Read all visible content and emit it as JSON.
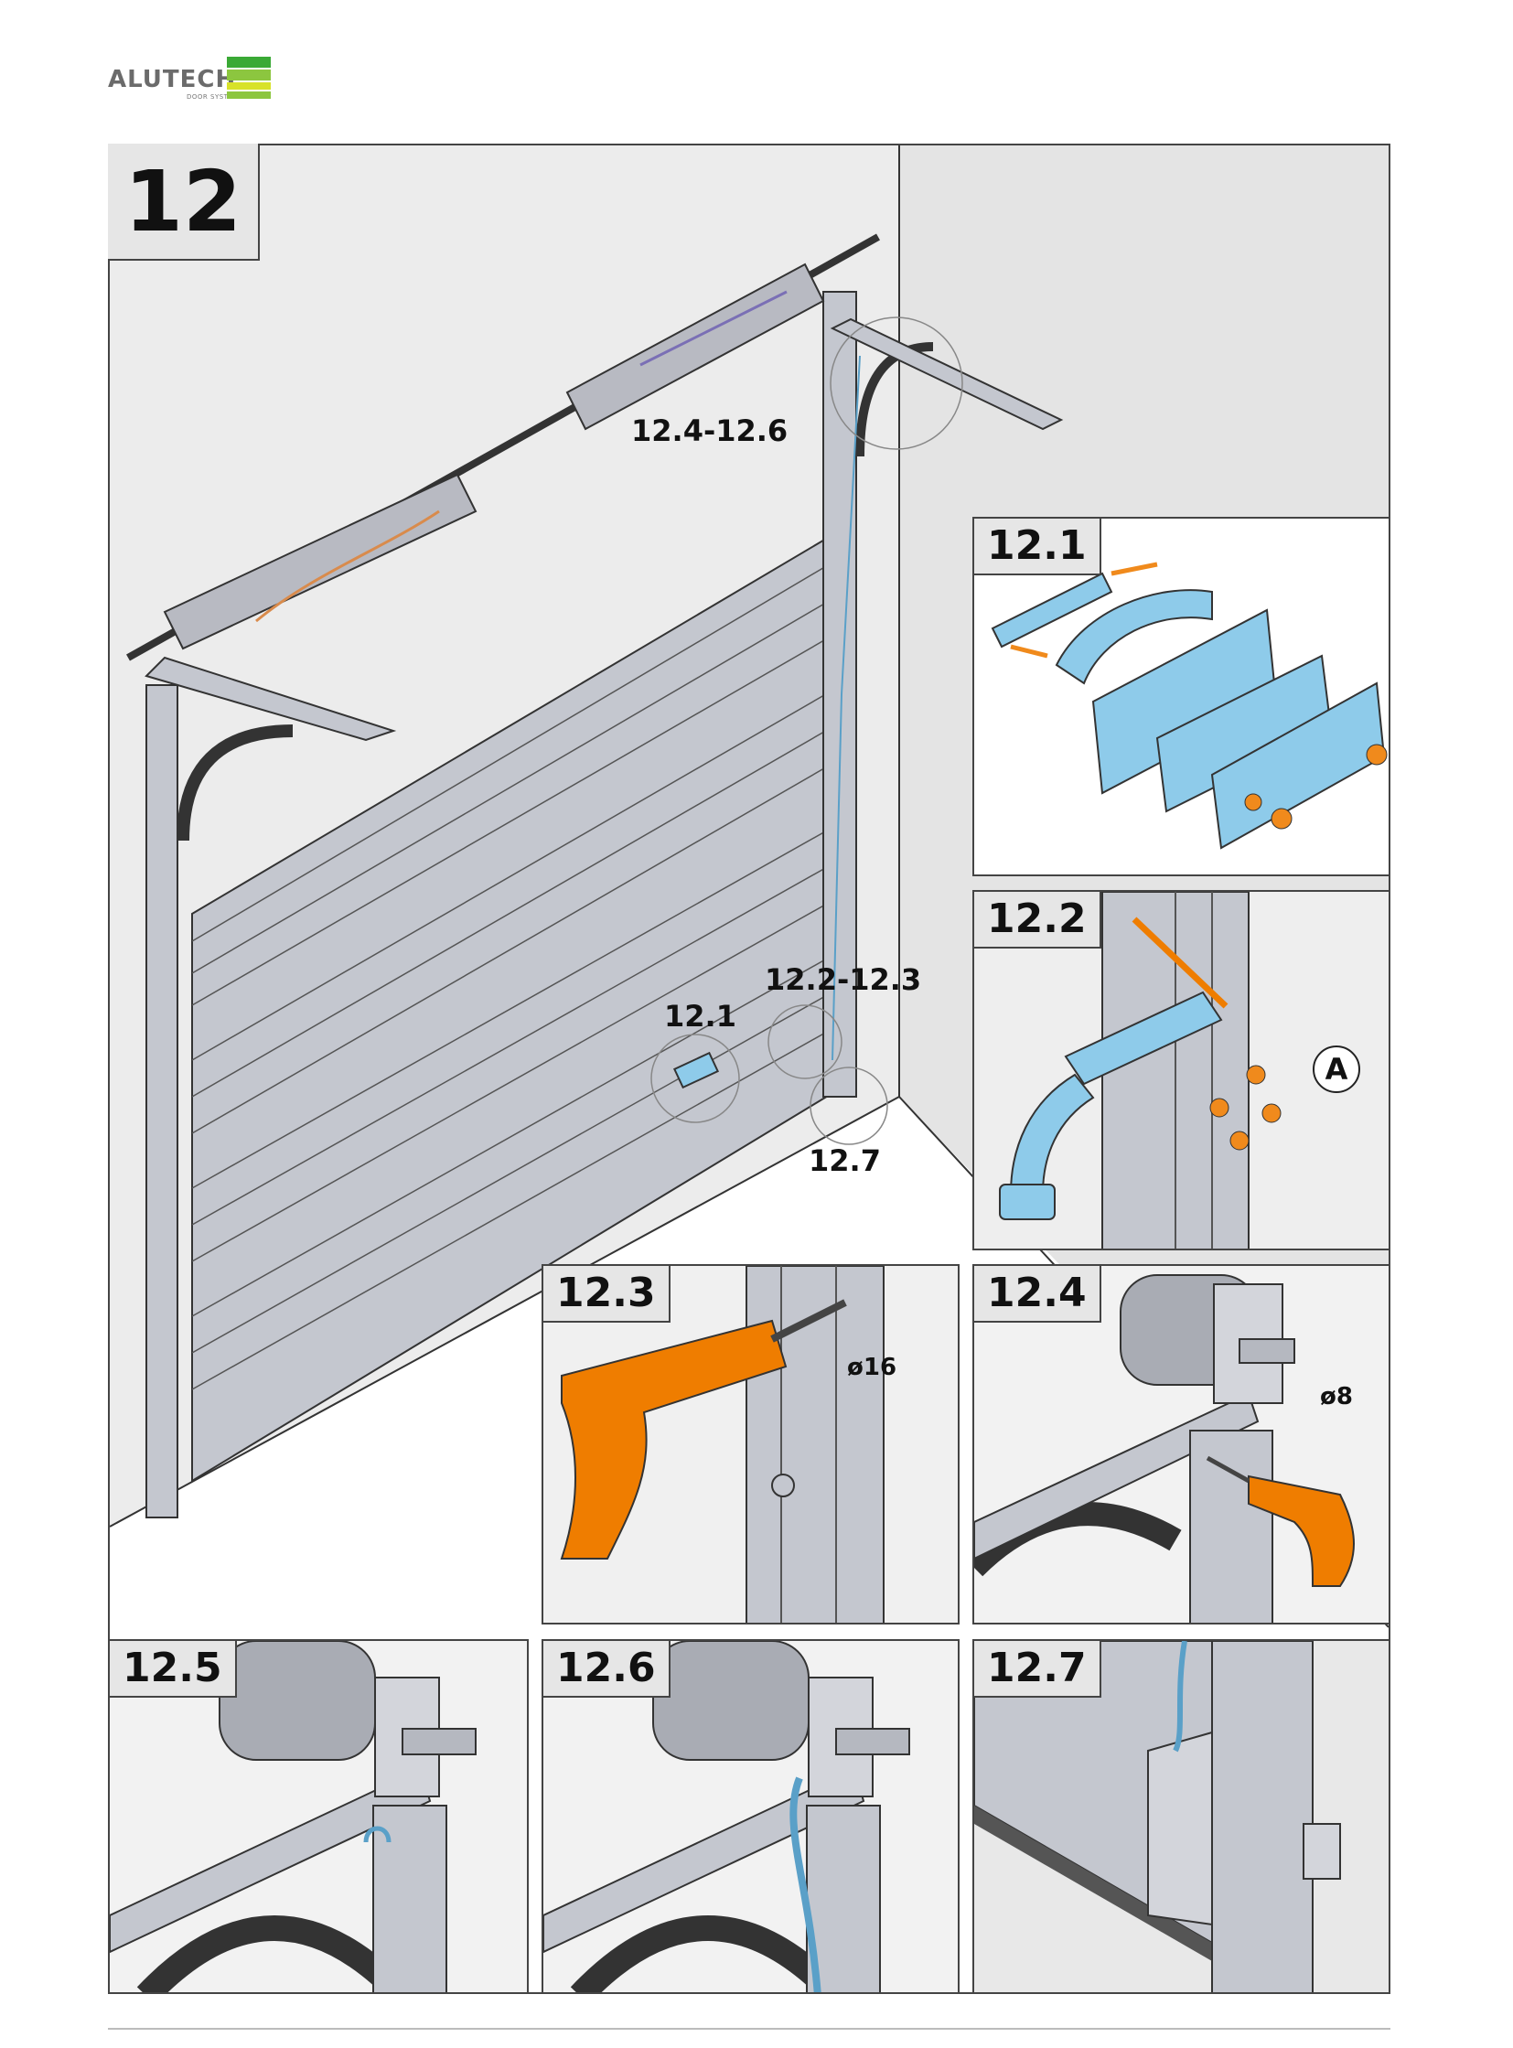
{
  "brand": {
    "name": "ALUTECH",
    "tagline": "DOOR SYSTEMS",
    "colors": {
      "green_light": "#8cc63f",
      "green_dark": "#3aa935",
      "yellow": "#d8e22a",
      "grey": "#6b6b6b"
    }
  },
  "step": {
    "number": "12"
  },
  "callouts": {
    "springs": "12.4-12.6",
    "handle": "12.1",
    "lock": "12.2-12.3",
    "cable": "12.7"
  },
  "panels": [
    {
      "id": "12.1",
      "label": "12.1"
    },
    {
      "id": "12.2",
      "label": "12.2",
      "marker": "A"
    },
    {
      "id": "12.3",
      "label": "12.3",
      "dimension": "ø16"
    },
    {
      "id": "12.4",
      "label": "12.4",
      "dimension": "ø8"
    },
    {
      "id": "12.5",
      "label": "12.5"
    },
    {
      "id": "12.6",
      "label": "12.6"
    },
    {
      "id": "12.7",
      "label": "12.7"
    }
  ],
  "colors": {
    "part_blue": "#8ecbea",
    "drill_orange": "#ef7d00",
    "screw_orange": "#f08a1c",
    "metal_grey": "#c4c7cf",
    "wall_grey": "#ececec",
    "line": "#333333"
  }
}
